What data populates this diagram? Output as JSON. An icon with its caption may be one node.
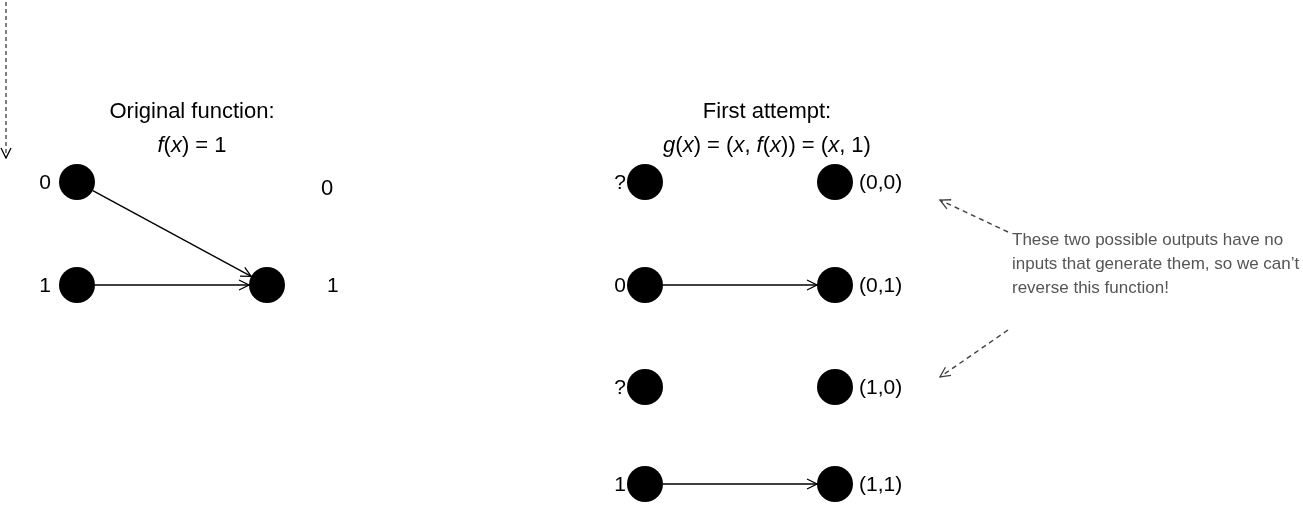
{
  "diagram": {
    "nodes": [
      {
        "text": [],
        "shape": "circle",
        "beside": [
          "0"
        ]
      },
      {
        "text": [],
        "shape": "circle",
        "beside": [
          "1"
        ]
      },
      {
        "text": [],
        "shape": "circle",
        "beside": [
          "1"
        ]
      },
      {
        "text": [],
        "shape": "circle",
        "beside": [
          "?"
        ]
      },
      {
        "text": [],
        "shape": "circle",
        "beside": [
          "0"
        ]
      },
      {
        "text": [],
        "shape": "circle",
        "beside": [
          "?"
        ]
      },
      {
        "text": [],
        "shape": "circle",
        "beside": [
          "1"
        ]
      },
      {
        "text": [],
        "shape": "circle",
        "beside": [
          "(0,0)"
        ]
      },
      {
        "text": [],
        "shape": "circle",
        "beside": [
          "(0,1)"
        ]
      },
      {
        "text": [],
        "shape": "circle",
        "beside": [
          "(1,0)"
        ]
      },
      {
        "text": [],
        "shape": "circle",
        "beside": [
          "(1,1)"
        ]
      },
      {
        "text": [
          "These two possible outputs have no inputs that generate them, so we can’t reverse this function!"
        ]
      }
    ],
    "edges": [
      {
        "from": 0,
        "to": 2,
        "arrow": "to"
      },
      {
        "from": 1,
        "to": 2,
        "arrow": "to"
      },
      {
        "from": 4,
        "to": 8,
        "arrow": "to"
      },
      {
        "from": 6,
        "to": 10,
        "arrow": "to"
      },
      {
        "from": 11,
        "to": 7,
        "arrow": "to",
        "style": "dashed",
        "color": "#404040"
      },
      {
        "from": 11,
        "to": 9,
        "arrow": "to",
        "style": "dashed",
        "color": "#404040"
      }
    ],
    "labels": [
      "Original function:",
      "*f*(*x*) = 1",
      "First attempt:",
      "*g*(*x*) = (*x*, *f*(*x*)) = (*x*, 1)",
      "0"
    ]
  }
}
